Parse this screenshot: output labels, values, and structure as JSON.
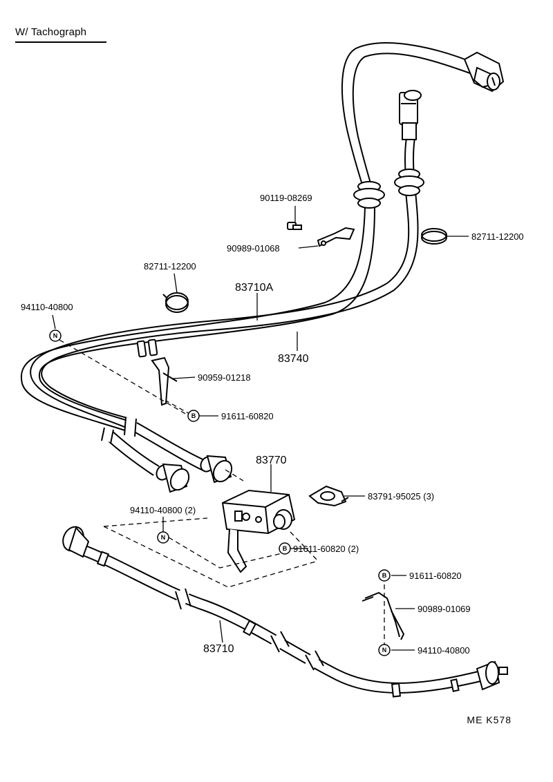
{
  "header": {
    "title": "W/ Tachograph"
  },
  "footer": {
    "code": "ME  K578"
  },
  "labels": {
    "p90119_08269": "90119-08269",
    "p90989_01068": "90989-01068",
    "p82711_12200_a": "82711-12200",
    "p82711_12200_b": "82711-12200",
    "p83710A": "83710A",
    "p94110_40800_a": "94110-40800",
    "p83740": "83740",
    "p90959_01218": "90959-01218",
    "p91611_60820_a": "91611-60820",
    "p83770": "83770",
    "p83791_95025": "83791-95025 (3)",
    "p94110_40800_b": "94110-40800 (2)",
    "p91611_60820_b": "91611-60820 (2)",
    "p91611_60820_c": "91611-60820",
    "p90989_01069": "90989-01069",
    "p83710": "83710",
    "p94110_40800_c": "94110-40800"
  },
  "markers": {
    "n": "N",
    "b": "B"
  }
}
